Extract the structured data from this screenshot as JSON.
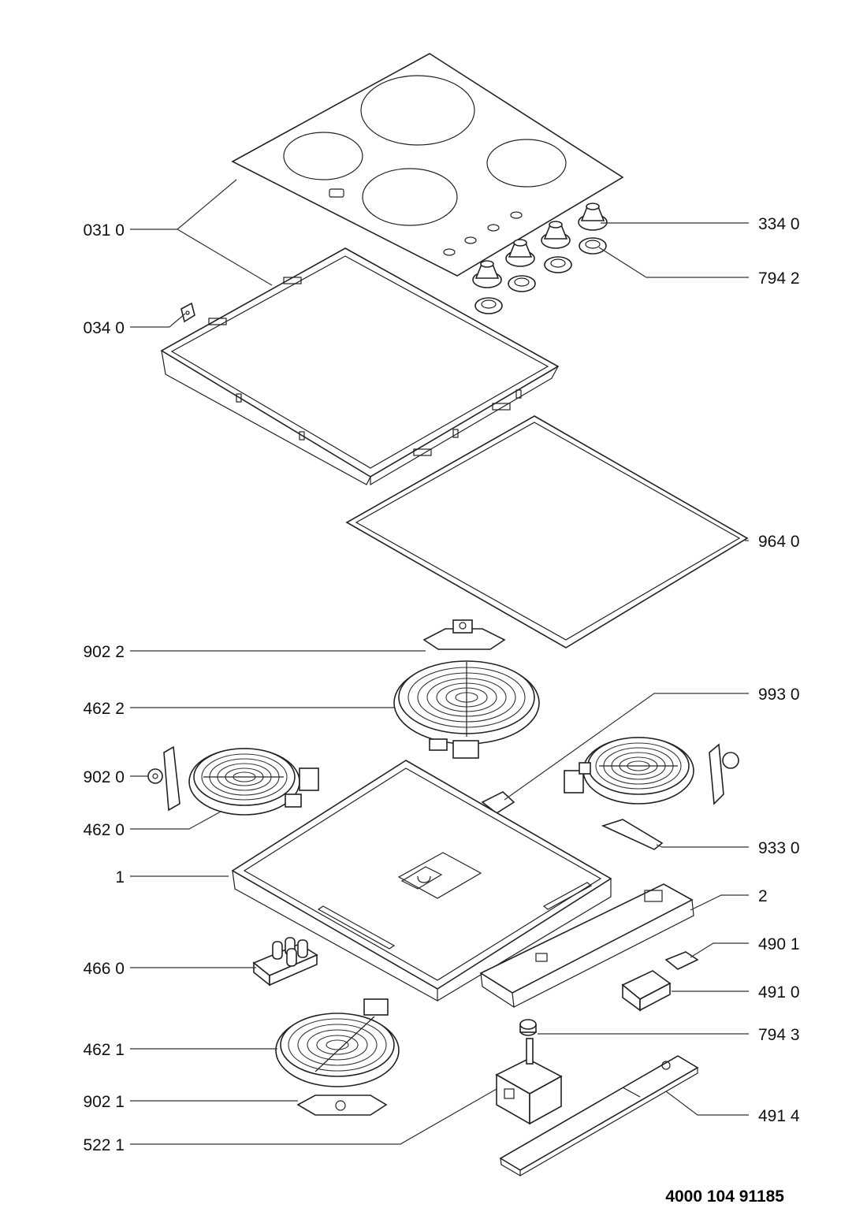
{
  "diagram": {
    "labels": {
      "l0310": "031 0",
      "l0340": "034 0",
      "l3340": "334 0",
      "l7942": "794 2",
      "l9640": "964 0",
      "l9022": "902 2",
      "l4622": "462 2",
      "l9930": "993 0",
      "l9020": "902 0",
      "l4620": "462 0",
      "l9330": "933 0",
      "l1": "1",
      "l2": "2",
      "l4901": "490 1",
      "l4660": "466 0",
      "l4910": "491 0",
      "l7943": "794 3",
      "l4621": "462 1",
      "l9021": "902 1",
      "l4914": "491 4",
      "l5221": "522 1"
    },
    "document_code": "4000 104 91185"
  }
}
